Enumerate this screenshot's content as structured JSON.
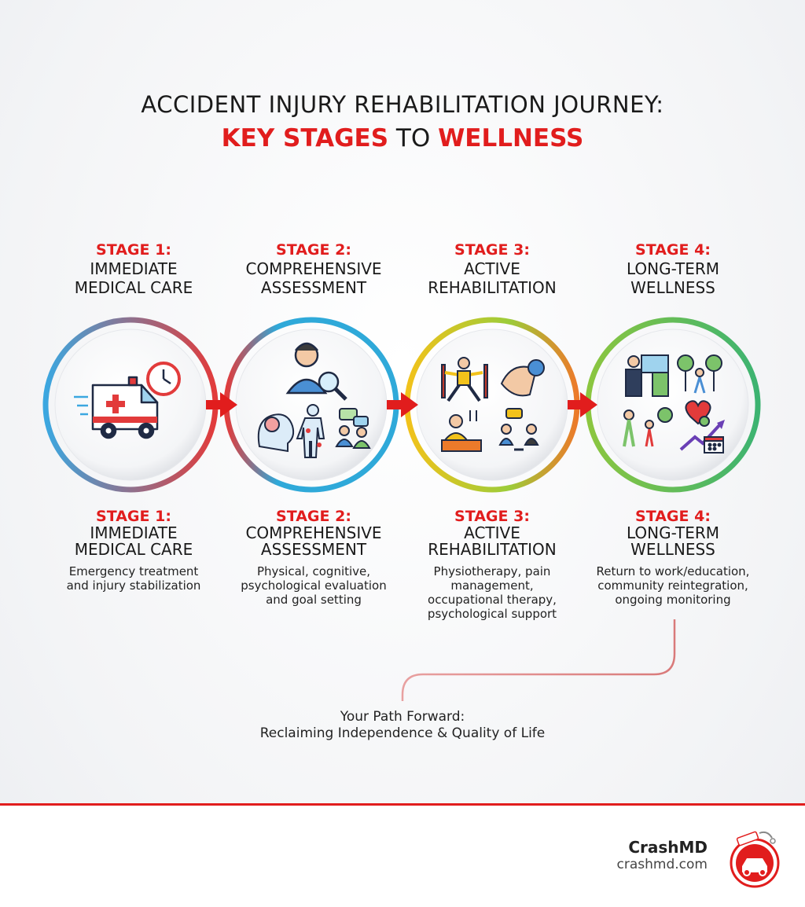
{
  "title": {
    "line1": "ACCIDENT INJURY REHABILITATION JOURNEY:",
    "line2_part1": "KEY STAGES",
    "line2_part2": " TO ",
    "line2_part3": "WELLNESS"
  },
  "stages": [
    {
      "number": "STAGE 1:",
      "name_line1": "IMMEDIATE",
      "name_line2": "MEDICAL CARE",
      "desc_lines": [
        "Emergency treatment",
        "and injury stabilization"
      ]
    },
    {
      "number": "STAGE 2:",
      "name_line1": "COMPREHENSIVE",
      "name_line2": "ASSESSMENT",
      "desc_lines": [
        "Physical, cognitive,",
        "psychological evaluation",
        "and goal setting"
      ]
    },
    {
      "number": "STAGE 3:",
      "name_line1": "ACTIVE",
      "name_line2": "REHABILITATION",
      "desc_lines": [
        "Physiotherapy, pain",
        "management,",
        "occupational therapy,",
        "psychological support"
      ]
    },
    {
      "number": "STAGE 4:",
      "name_line1": "LONG-TERM",
      "name_line2": "WELLNESS",
      "desc_lines": [
        "Return to work/education,",
        "community reintegration,",
        "ongoing monitoring"
      ]
    }
  ],
  "stage_footer_names": [
    {
      "line1": "IMMEDIATE",
      "line2": "MEDICAL CARE"
    },
    {
      "line1": "COMPREHENSIVE",
      "line2": "ASSESSMENT"
    },
    {
      "line1": "ACTIVE",
      "line2": "REHABILITATION"
    },
    {
      "line1": "LONG-TERM",
      "line2": "WELLNESS"
    }
  ],
  "path_forward": {
    "line1": "Your Path Forward:",
    "line2": "Reclaiming Independence & Quality of Life"
  },
  "brand": {
    "name": "CrashMD",
    "url": "crashmd.com",
    "logo_text": "CrashMD"
  },
  "colors": {
    "accent_red": "#e11d1d",
    "ring1": [
      "#3ba7e0",
      "#e23b3b"
    ],
    "ring2": [
      "#e23b3b",
      "#2fa9d9"
    ],
    "ring3": [
      "#f2c21b",
      "#ec7a2a"
    ],
    "ring4": [
      "#8cc63f",
      "#3cb371"
    ]
  },
  "icons": [
    "ambulance-icon",
    "clock-icon",
    "doctor-search-icon",
    "brain-icon",
    "body-pain-icon",
    "chat-people-icon",
    "stretching-icon",
    "hand-massage-icon",
    "kitchen-therapy-icon",
    "counseling-icon",
    "handshake-icon",
    "walking-park-icon",
    "family-walk-icon",
    "heart-growth-icon",
    "calendar-check-icon",
    "car-crash-logo-icon"
  ]
}
